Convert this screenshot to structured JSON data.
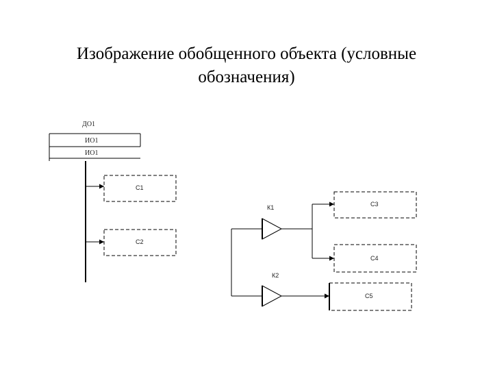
{
  "title": {
    "line1": "Изображение обобщенного объекта (условные",
    "line2": "обозначения)"
  },
  "diagram": {
    "do_label": "ДО1",
    "io_rows": [
      "ИО1",
      "ИО1"
    ],
    "left_blocks": [
      "C1",
      "C2"
    ],
    "keys": [
      "К1",
      "К2"
    ],
    "right_blocks": [
      "C3",
      "C4",
      "C5"
    ]
  }
}
